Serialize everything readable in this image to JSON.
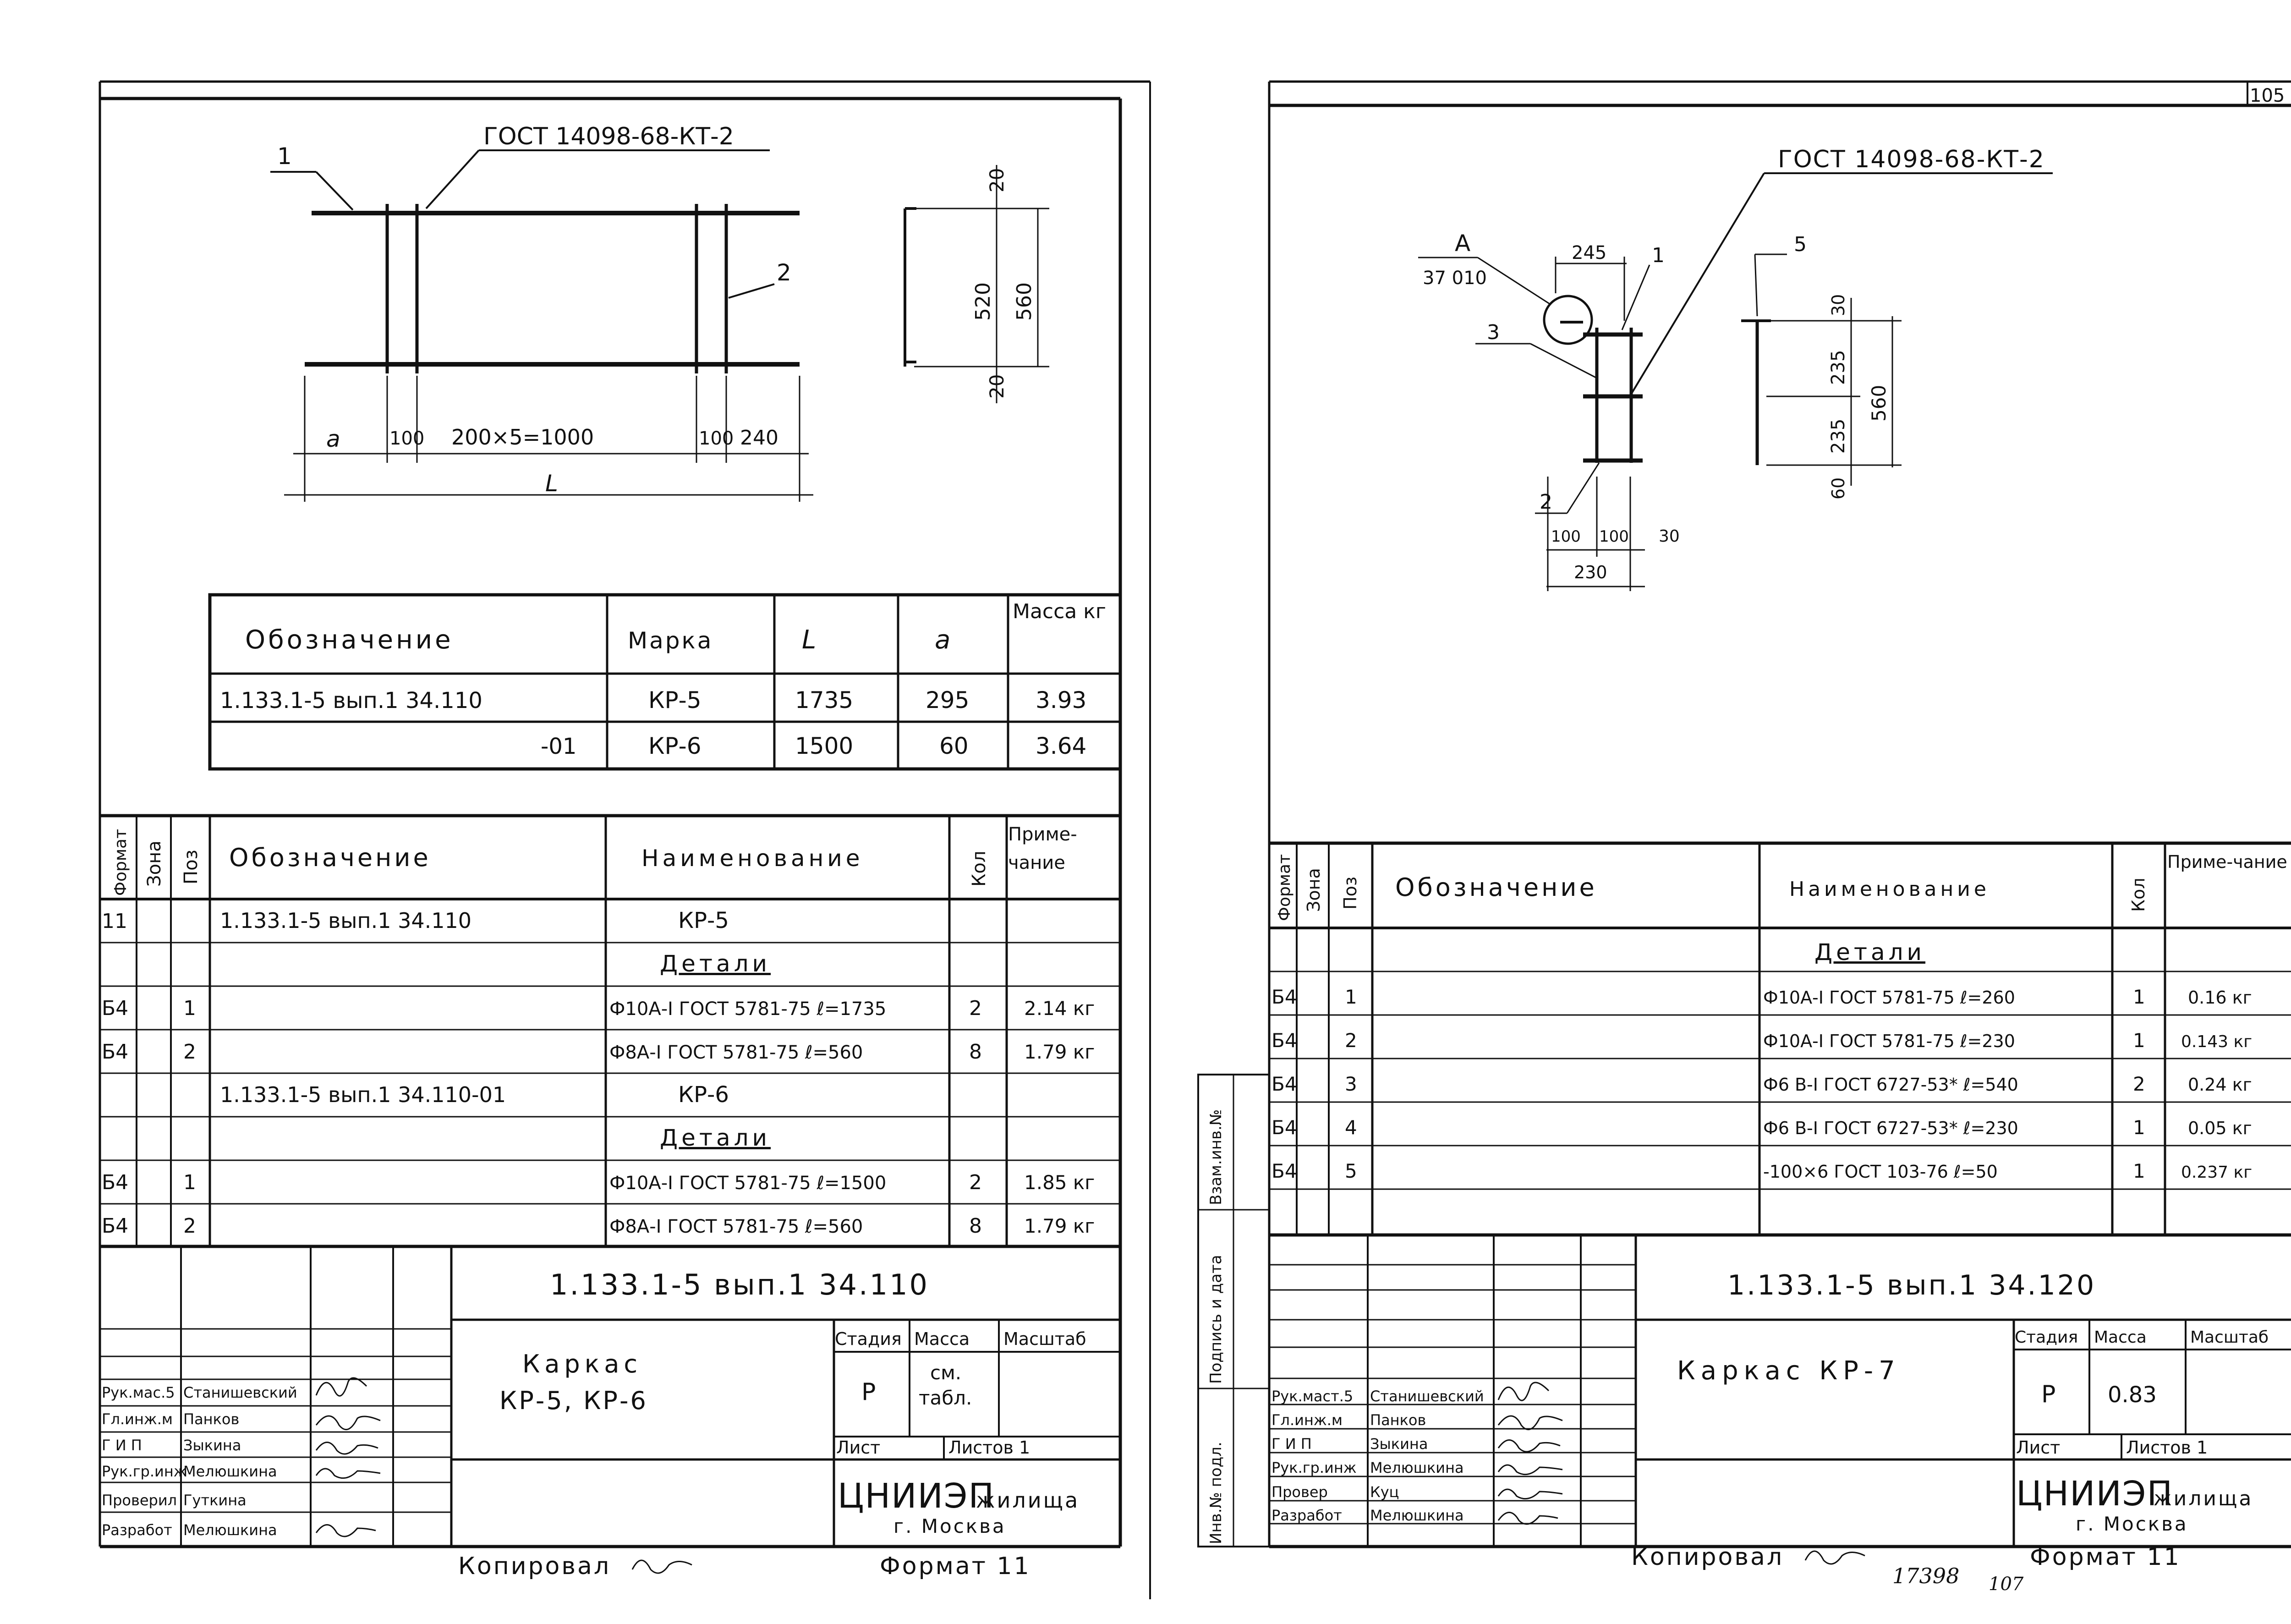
{
  "left": {
    "drawing": {
      "gost": "ГОСТ 14098-68-КТ-2",
      "pos1": "1",
      "pos2": "2",
      "dim_a": "a",
      "dim_100a": "100",
      "dim_mid": "200×5=1000",
      "dim_100b": "100",
      "dim_240": "240",
      "dim_L": "L",
      "dim_20a": "20",
      "dim_520": "520",
      "dim_560": "560",
      "dim_20b": "20"
    },
    "mass_table": {
      "headers": [
        "Обозначение",
        "Марка",
        "L",
        "a",
        "Масса кг"
      ],
      "rows": [
        [
          "1.133.1-5 вып.1 34.110",
          "КР-5",
          "1735",
          "295",
          "3.93"
        ],
        [
          "-01",
          "КР-6",
          "1500",
          "60",
          "3.64"
        ]
      ]
    },
    "spec_table": {
      "headers": [
        "Формат",
        "Зона",
        "Поз",
        "Обозначение",
        "Наименование",
        "Кол",
        "Приме-чание"
      ],
      "rows": [
        [
          "11",
          "",
          "",
          "1.133.1-5 вып.1 34.110",
          "КР-5",
          "",
          ""
        ],
        [
          "",
          "",
          "",
          "",
          "Детали",
          "",
          ""
        ],
        [
          "Б4",
          "",
          "1",
          "",
          "Ф10А-I ГОСТ 5781-75 ℓ=1735",
          "2",
          "2.14 кг"
        ],
        [
          "Б4",
          "",
          "2",
          "",
          "Ф8А-I ГОСТ 5781-75 ℓ=560",
          "8",
          "1.79 кг"
        ],
        [
          "",
          "",
          "",
          "1.133.1-5 вып.1 34.110-01",
          "КР-6",
          "",
          ""
        ],
        [
          "",
          "",
          "",
          "",
          "Детали",
          "",
          ""
        ],
        [
          "Б4",
          "",
          "1",
          "",
          "Ф10А-I ГОСТ 5781-75 ℓ=1500",
          "2",
          "1.85 кг"
        ],
        [
          "Б4",
          "",
          "2",
          "",
          "Ф8А-I ГОСТ 5781-75 ℓ=560",
          "8",
          "1.79 кг"
        ]
      ]
    },
    "title_block": {
      "designation": "1.133.1-5 вып.1 34.110",
      "name_line1": "Каркас",
      "name_line2": "КР-5, КР-6",
      "stage_label": "Стадия",
      "mass_label": "Масса",
      "scale_label": "Масштаб",
      "stage": "Р",
      "mass_line1": "см.",
      "mass_line2": "табл.",
      "sheet_label": "Лист",
      "sheets_label": "Листов 1",
      "org": "ЦНИИЭП",
      "org_suffix": "жилища",
      "city": "г. Москва",
      "roles": [
        "Рук.мас.5",
        "Гл.инж.м",
        "Г И П",
        "Рук.гр.инж",
        "Проверил",
        "Разработ"
      ],
      "names": [
        "Станишевский",
        "Панков",
        "Зыкина",
        "Мелюшкина",
        "Гуткина",
        "Мелюшкина"
      ]
    },
    "footer_copied": "Копировал",
    "footer_format": "Формат 11"
  },
  "right": {
    "sheet_number": "105",
    "drawing": {
      "gost": "ГОСТ 14098-68-КТ-2",
      "callout_A": "А",
      "callout_ref": "37 010",
      "pos1": "1",
      "pos2": "2",
      "pos3": "3",
      "pos5": "5",
      "dim_245": "245",
      "dim_100a": "100",
      "dim_100b": "100",
      "dim_30a": "30",
      "dim_230": "230",
      "dim_30b": "30",
      "dim_235a": "235",
      "dim_235b": "235",
      "dim_60": "60",
      "dim_560": "560"
    },
    "spec_table": {
      "headers": [
        "Формат",
        "Зона",
        "Поз",
        "Обозначение",
        "Наименование",
        "Кол",
        "Приме-чание"
      ],
      "rows": [
        [
          "",
          "",
          "",
          "",
          "Детали",
          "",
          ""
        ],
        [
          "Б4",
          "",
          "1",
          "",
          "Ф10А-I ГОСТ 5781-75 ℓ=260",
          "1",
          "0.16 кг"
        ],
        [
          "Б4",
          "",
          "2",
          "",
          "Ф10А-I ГОСТ 5781-75 ℓ=230",
          "1",
          "0.143 кг"
        ],
        [
          "Б4",
          "",
          "3",
          "",
          "Ф6 В-I ГОСТ 6727-53* ℓ=540",
          "2",
          "0.24 кг"
        ],
        [
          "Б4",
          "",
          "4",
          "",
          "Ф6 В-I ГОСТ 6727-53* ℓ=230",
          "1",
          "0.05 кг"
        ],
        [
          "Б4",
          "",
          "5",
          "",
          "-100×6 ГОСТ 103-76 ℓ=50",
          "1",
          "0.237 кг"
        ]
      ]
    },
    "side_stamp": [
      "Инв.№ подл.",
      "Подпись и дата",
      "Взам.инв.№"
    ],
    "title_block": {
      "designation": "1.133.1-5 вып.1 34.120",
      "name": "Каркас КР-7",
      "stage_label": "Стадия",
      "mass_label": "Масса",
      "scale_label": "Масштаб",
      "stage": "Р",
      "mass": "0.83",
      "sheet_label": "Лист",
      "sheets_label": "Листов 1",
      "org": "ЦНИИЭП",
      "org_suffix": "жилища",
      "city": "г. Москва",
      "roles": [
        "Рук.маст.5",
        "Гл.инж.м",
        "Г И П",
        "Рук.гр.инж",
        "Провер",
        "Разработ"
      ],
      "names": [
        "Станишевский",
        "Панков",
        "Зыкина",
        "Мелюшкина",
        "Куц",
        "Мелюшкина"
      ]
    },
    "footer_copied": "Копировал",
    "footer_num1": "17398",
    "footer_num2": "107",
    "footer_format": "Формат 11"
  }
}
